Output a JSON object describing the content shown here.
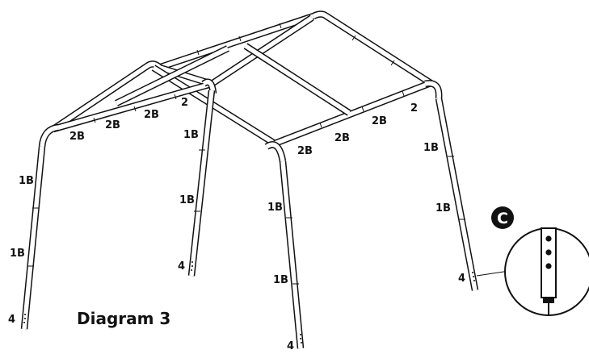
{
  "diagram_title": "Diagram 3",
  "detail_badge": "C",
  "top_labels": [
    "2B",
    "2B",
    "2B",
    "2",
    "2B",
    "2B",
    "2B",
    "2"
  ],
  "leg_labels": [
    "1B",
    "1B",
    "1B",
    "1B",
    "1B",
    "1B",
    "1B",
    "1B"
  ],
  "foot_labels": [
    "4",
    "4",
    "4",
    "4"
  ]
}
